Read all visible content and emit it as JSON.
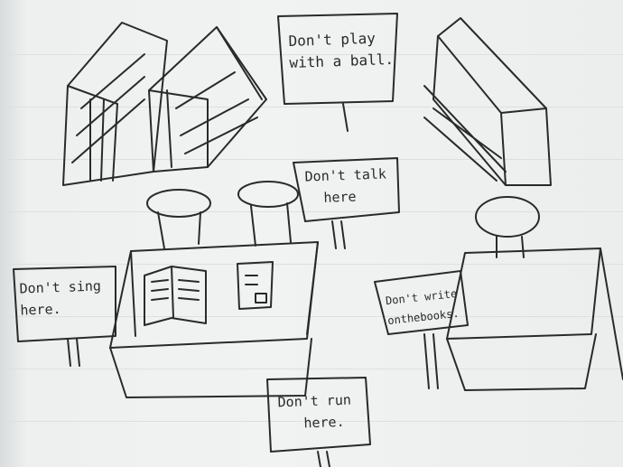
{
  "signs": [
    {
      "line1": "Don't play",
      "line2": "with a ball."
    },
    {
      "line1": "Don't talk",
      "line2": "here"
    },
    {
      "line1": "Don't sing",
      "line2": "here."
    },
    {
      "line1": "Don't write",
      "line2": "onthebooks."
    },
    {
      "line1": "Don't run",
      "line2": "here."
    }
  ],
  "colors": {
    "paper": "#f1f2f2",
    "ink": "#2a2a2a"
  }
}
